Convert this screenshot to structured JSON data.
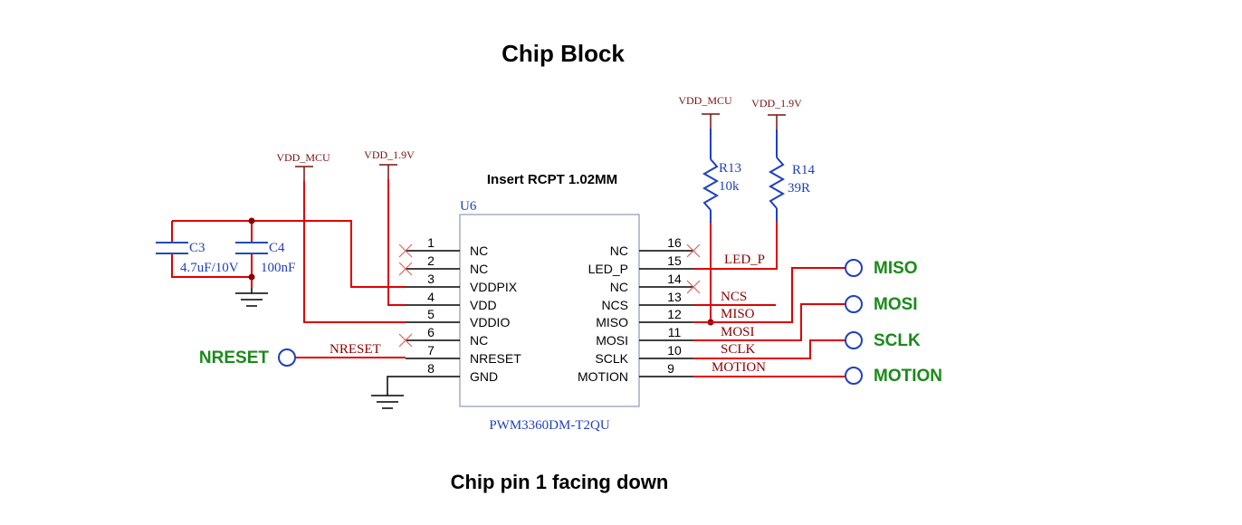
{
  "title": "Chip Block",
  "footer": "Chip pin 1 facing down",
  "insert_note": "Insert RCPT 1.02MM",
  "ic": {
    "refdes": "U6",
    "part": "PWM3360DM-T2QU",
    "left_pins": [
      {
        "num": "1",
        "name": "NC"
      },
      {
        "num": "2",
        "name": "NC"
      },
      {
        "num": "3",
        "name": "VDDPIX"
      },
      {
        "num": "4",
        "name": "VDD"
      },
      {
        "num": "5",
        "name": "VDDIO"
      },
      {
        "num": "6",
        "name": "NC"
      },
      {
        "num": "7",
        "name": "NRESET"
      },
      {
        "num": "8",
        "name": "GND"
      }
    ],
    "right_pins": [
      {
        "num": "16",
        "name": "NC"
      },
      {
        "num": "15",
        "name": "LED_P"
      },
      {
        "num": "14",
        "name": "NC"
      },
      {
        "num": "13",
        "name": "NCS"
      },
      {
        "num": "12",
        "name": "MISO"
      },
      {
        "num": "11",
        "name": "MOSI"
      },
      {
        "num": "10",
        "name": "SCLK"
      },
      {
        "num": "9",
        "name": "MOTION"
      }
    ]
  },
  "power": {
    "vdd_mcu": "VDD_MCU",
    "vdd_1v9": "VDD_1.9V"
  },
  "components": {
    "c3": {
      "ref": "C3",
      "value": "4.7uF/10V"
    },
    "c4": {
      "ref": "C4",
      "value": "100nF"
    },
    "r13": {
      "ref": "R13",
      "value": "10k"
    },
    "r14": {
      "ref": "R14",
      "value": "39R"
    }
  },
  "net_labels": {
    "led_p": "LED_P",
    "ncs": "NCS",
    "miso": "MISO",
    "mosi": "MOSI",
    "sclk": "SCLK",
    "motion": "MOTION",
    "nreset": "NRESET"
  },
  "ports": {
    "miso": "MISO",
    "mosi": "MOSI",
    "sclk": "SCLK",
    "motion": "MOTION",
    "nreset": "NRESET"
  },
  "colors": {
    "wire": "#e00000",
    "port_text": "#1a8a1a",
    "component": "#1f3fc0",
    "power_label": "#7a1010",
    "net_label": "#8b0000"
  }
}
